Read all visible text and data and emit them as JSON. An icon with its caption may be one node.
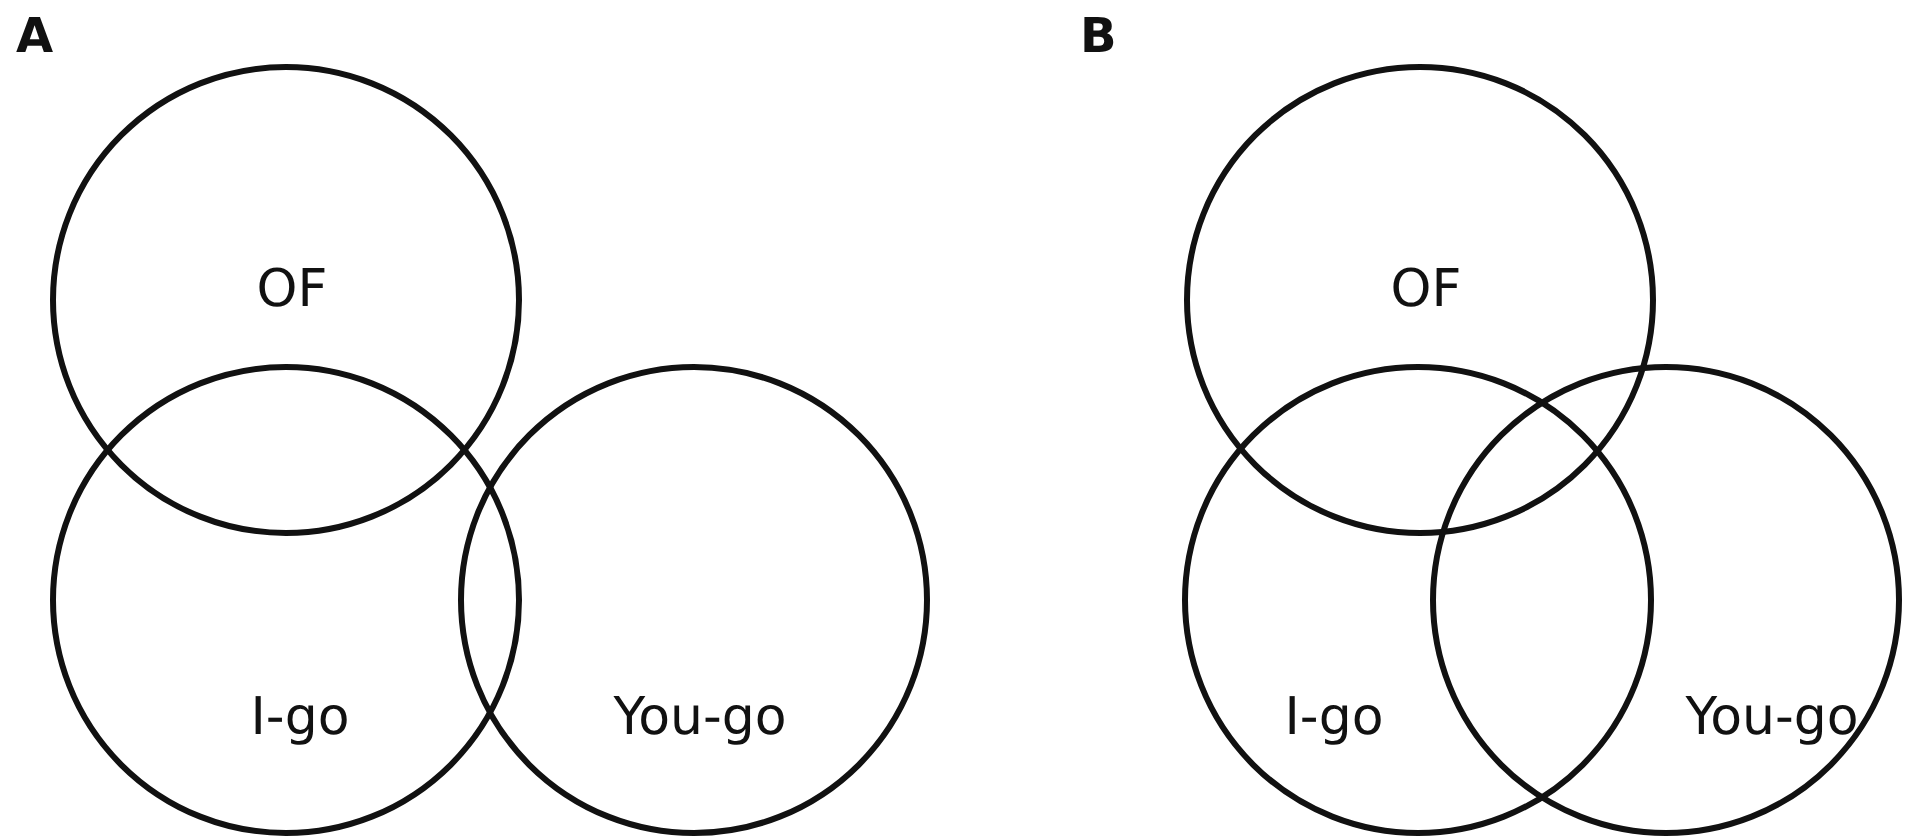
{
  "diagram": {
    "nodes": [
      {
        "text": [
          "OF"
        ]
      },
      {
        "text": [
          "I-go"
        ]
      },
      {
        "text": [
          "You-go"
        ]
      },
      {
        "text": [
          "OF"
        ]
      },
      {
        "text": [
          "I-go"
        ]
      },
      {
        "text": [
          "You-go"
        ]
      }
    ],
    "labels": [
      "A",
      "B"
    ]
  }
}
